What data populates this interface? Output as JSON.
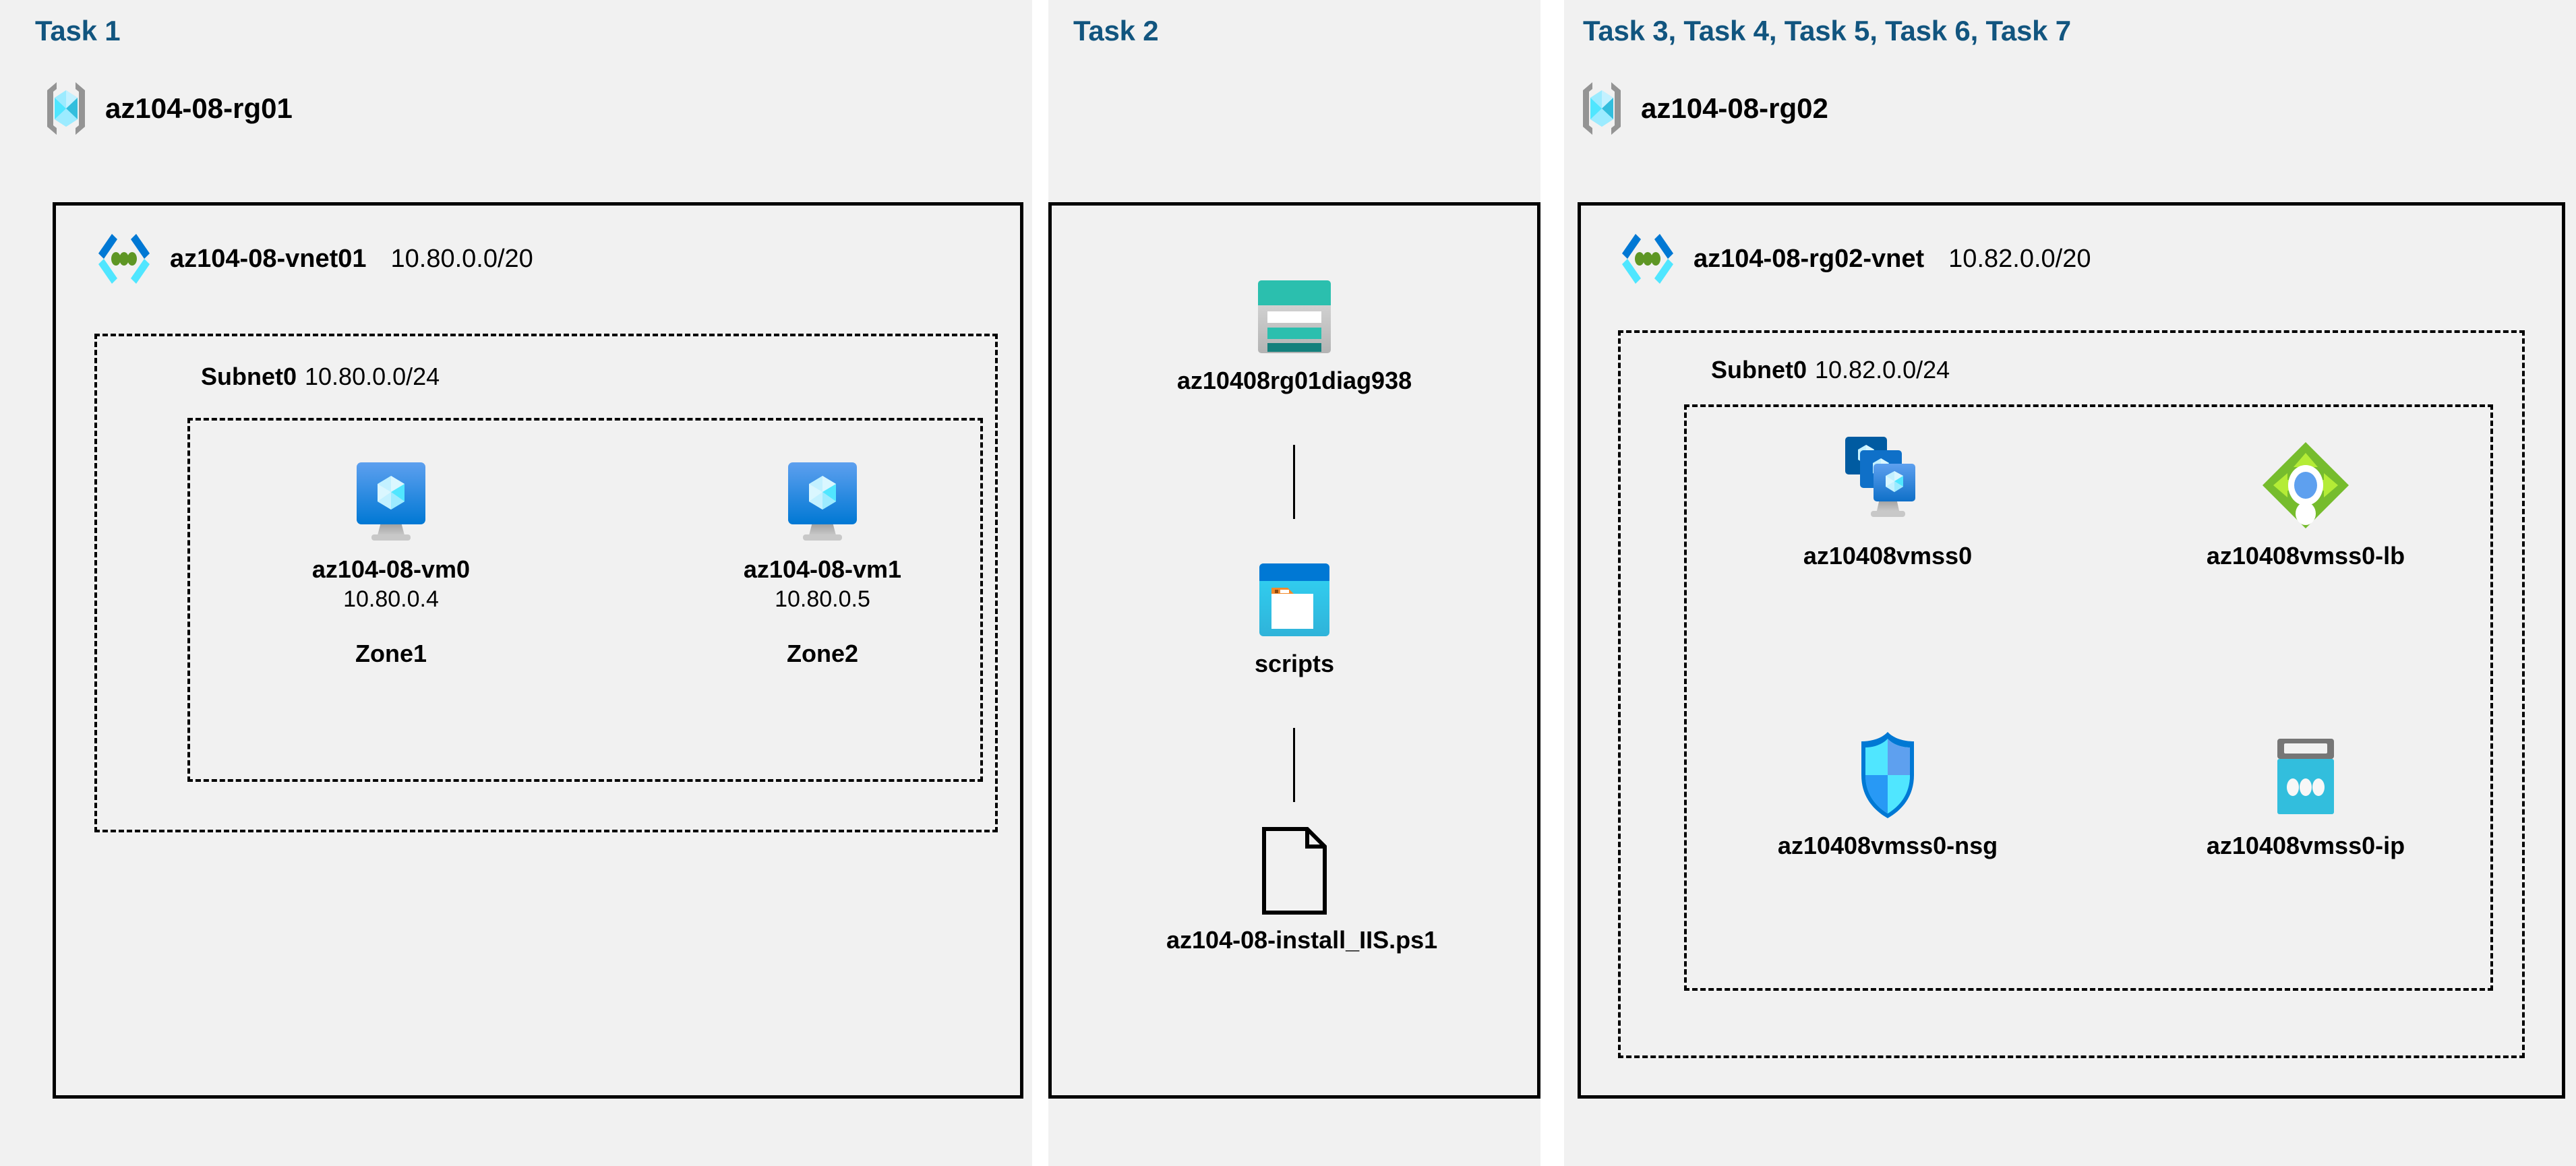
{
  "panels": [
    {
      "id": "task1",
      "title": "Task 1",
      "resource_group": {
        "name": "az104-08-rg01",
        "icon": "resource-group-icon"
      },
      "vnet": {
        "name": "az104-08-vnet01",
        "cidr": "10.80.0.0/20",
        "icon": "virtual-network-icon"
      },
      "subnet": {
        "name": "Subnet0",
        "cidr": "10.80.0.0/24"
      },
      "vms": [
        {
          "name": "az104-08-vm0",
          "ip": "10.80.0.4",
          "zone": "Zone1",
          "icon": "virtual-machine-icon"
        },
        {
          "name": "az104-08-vm1",
          "ip": "10.80.0.5",
          "zone": "Zone2",
          "icon": "virtual-machine-icon"
        }
      ]
    },
    {
      "id": "task2",
      "title": "Task 2",
      "items": [
        {
          "name": "az10408rg01diag938",
          "icon": "storage-account-icon"
        },
        {
          "name": "scripts",
          "icon": "blob-container-icon"
        },
        {
          "name": "az104-08-install_IIS.ps1",
          "icon": "file-icon"
        }
      ]
    },
    {
      "id": "task3",
      "title": "Task 3, Task 4, Task 5, Task 6, Task 7",
      "resource_group": {
        "name": "az104-08-rg02",
        "icon": "resource-group-icon"
      },
      "vnet": {
        "name": "az104-08-rg02-vnet",
        "cidr": "10.82.0.0/20",
        "icon": "virtual-network-icon"
      },
      "subnet": {
        "name": "Subnet0",
        "cidr": "10.82.0.0/24"
      },
      "resources": [
        {
          "name": "az10408vmss0",
          "icon": "vm-scale-set-icon"
        },
        {
          "name": "az10408vmss0-lb",
          "icon": "load-balancer-icon"
        },
        {
          "name": "az10408vmss0-nsg",
          "icon": "network-security-group-icon"
        },
        {
          "name": "az10408vmss0-ip",
          "icon": "public-ip-address-icon"
        }
      ]
    }
  ],
  "colors": {
    "panel_background": "#f1f1f1",
    "page_background": "#ffffff",
    "title_blue": "#12557f",
    "border_black": "#000000",
    "azure_blue": "#0078d4",
    "azure_cyan": "#50e6ff",
    "storage_teal": "#2bbfae",
    "lb_green": "#76bc2d",
    "nsg_blue": "#32bedd"
  }
}
